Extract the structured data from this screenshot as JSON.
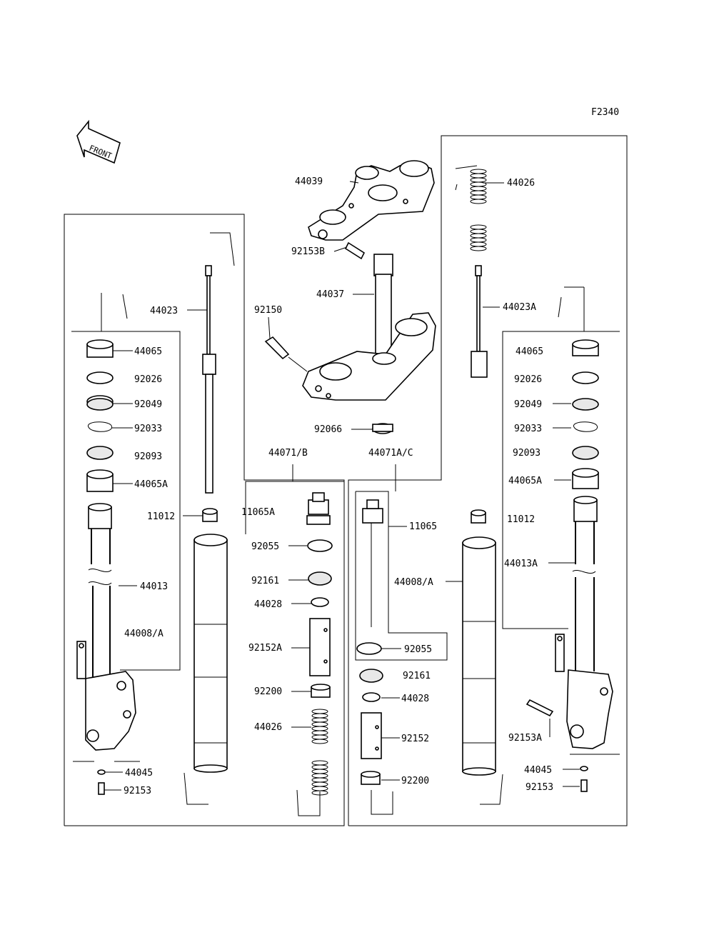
{
  "diagram": {
    "figure_code": "F2340",
    "front_label": "FRONT",
    "parts": {
      "p44039": "44039",
      "p92153B": "92153B",
      "p44037": "44037",
      "p92150": "92150",
      "p92066": "92066",
      "p44023": "44023",
      "p44023A": "44023A",
      "p44026_top": "44026",
      "p44065_l": "44065",
      "p92026_l": "92026",
      "p92049_l": "92049",
      "p92033_l": "92033",
      "p92093_l": "92093",
      "p44065A_l": "44065A",
      "p11012_l": "11012",
      "p44013": "44013",
      "p44008A_l": "44008/A",
      "p44045_l": "44045",
      "p92153_l": "92153",
      "p44071B": "44071/B",
      "p44071AC": "44071A/C",
      "p11065A": "11065A",
      "p92055_m": "92055",
      "p92161_m": "92161",
      "p44028_m": "44028",
      "p92152A": "92152A",
      "p92200_m": "92200",
      "p44026_m": "44026",
      "p11065": "11065",
      "p44008A_r": "44008/A",
      "p92055_r": "92055",
      "p92161_r": "92161",
      "p44028_r": "44028",
      "p92152_r": "92152",
      "p92200_r": "92200",
      "p44065_r": "44065",
      "p92026_r": "92026",
      "p92049_r": "92049",
      "p92033_r": "92033",
      "p92093_r": "92093",
      "p44065A_r": "44065A",
      "p11012_r": "11012",
      "p44013A": "44013A",
      "p92153A": "92153A",
      "p44045_r": "44045",
      "p92153_r": "92153"
    }
  }
}
